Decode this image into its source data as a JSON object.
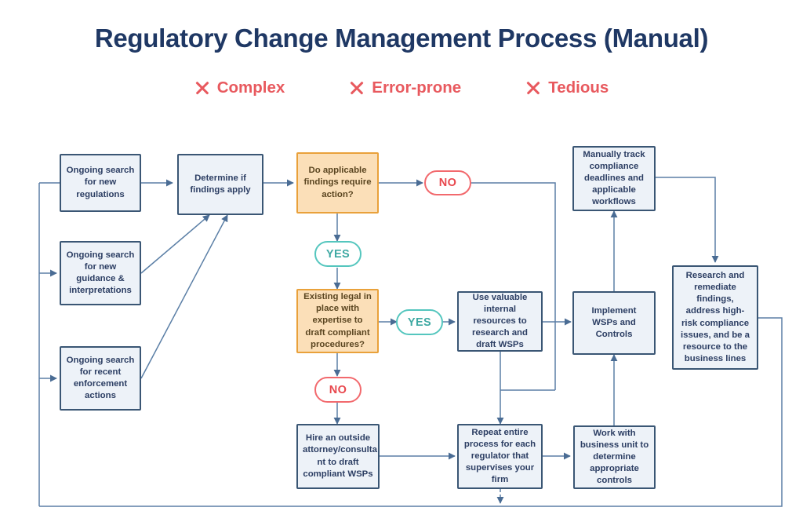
{
  "header": {
    "title": "Regulatory Change Management Process (Manual)",
    "tags": [
      {
        "icon": "x-icon",
        "label": "Complex"
      },
      {
        "icon": "x-icon",
        "label": "Error-prone"
      },
      {
        "icon": "x-icon",
        "label": "Tedious"
      }
    ]
  },
  "colors": {
    "title": "#1F3864",
    "tag_red": "#E8595E",
    "node_border": "#3A5674",
    "node_fill": "#EDF2F8",
    "decision_border": "#E9A13B",
    "decision_fill": "#FBDFB8",
    "yes_pill": "#54C6BE",
    "no_pill": "#F2696D",
    "connector": "#5B7FA6"
  },
  "nodes": [
    {
      "id": "search-regulations",
      "type": "process",
      "text": "Ongoing search for new regulations"
    },
    {
      "id": "search-guidance",
      "type": "process",
      "text": "Ongoing search for new guidance & interpretations"
    },
    {
      "id": "search-enforcement",
      "type": "process",
      "text": "Ongoing search for recent enforcement actions"
    },
    {
      "id": "determine-findings",
      "type": "process",
      "text": "Determine if findings apply"
    },
    {
      "id": "findings-require-action",
      "type": "decision",
      "text": "Do applicable findings require action?"
    },
    {
      "id": "existing-legal",
      "type": "decision",
      "text": "Existing legal in place with expertise to draft compliant procedures?"
    },
    {
      "id": "use-internal-resources",
      "type": "process",
      "text": "Use valuable internal resources to research and draft WSPs"
    },
    {
      "id": "hire-outside-attorney",
      "type": "process",
      "text": "Hire an outside attorney/consulta nt to draft compliant WSPs"
    },
    {
      "id": "repeat-process",
      "type": "process",
      "text": "Repeat entire process for each regulator that supervises your firm"
    },
    {
      "id": "implement-wsps",
      "type": "process",
      "text": "Implement WSPs and Controls"
    },
    {
      "id": "work-with-business-unit",
      "type": "process",
      "text": "Work with business unit to determine appropriate controls"
    },
    {
      "id": "manually-track",
      "type": "process",
      "text": "Manually track compliance deadlines and applicable workflows"
    },
    {
      "id": "research-remediate",
      "type": "process",
      "text": "Research and remediate findings, address high-risk compliance issues, and be a resource to the business lines"
    }
  ],
  "labels": {
    "no_1": "NO",
    "yes_1": "YES",
    "yes_2": "YES",
    "no_2": "NO"
  }
}
